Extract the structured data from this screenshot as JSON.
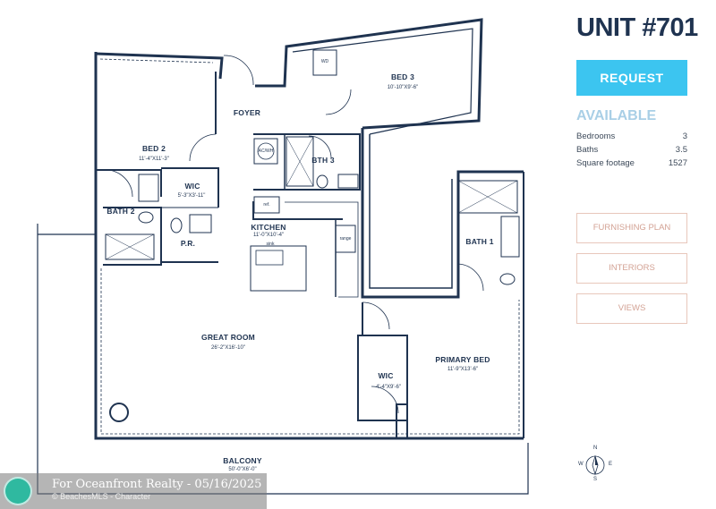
{
  "unit": {
    "title": "UNIT #701"
  },
  "actions": {
    "request_label": "REQUEST"
  },
  "status": "AVAILABLE",
  "facts": [
    {
      "label": "Bedrooms",
      "value": "3"
    },
    {
      "label": "Baths",
      "value": "3.5"
    },
    {
      "label": "Square footage",
      "value": "1527"
    }
  ],
  "menu": [
    {
      "label": "FURNISHING PLAN"
    },
    {
      "label": "INTERIORS"
    },
    {
      "label": "VIEWS"
    }
  ],
  "floorplan": {
    "rooms": [
      {
        "name": "BED 3",
        "dims": "10'-10\"X9'-6\""
      },
      {
        "name": "FOYER"
      },
      {
        "name": "BED 2",
        "dims": "11'-4\"X11'-3\""
      },
      {
        "name": "BTH 3"
      },
      {
        "name": "WIC",
        "dims": "5'-3\"X3'-11\""
      },
      {
        "name": "BATH 2"
      },
      {
        "name": "P.R."
      },
      {
        "name": "KITCHEN",
        "dims": "11'-0\"X10'-4\""
      },
      {
        "name": "BATH 1"
      },
      {
        "name": "GREAT ROOM",
        "dims": "26'-2\"X16'-10\""
      },
      {
        "name": "PRIMARY BED",
        "dims": "11'-9\"X13'-6\""
      },
      {
        "name": "WIC",
        "dims": "4'-4\"X9'-6\""
      },
      {
        "name": "BALCONY",
        "dims": "50'-0\"X6'-0\""
      }
    ],
    "fixtures": {
      "wd": "WD",
      "acwh": "AC/WH",
      "ref": "ref.",
      "sink": "sink",
      "range": "range"
    }
  },
  "compass": {
    "n": "N",
    "s": "S",
    "e": "E",
    "w": "W"
  },
  "watermark": {
    "line1": "For Oceanfront Realty - 05/16/2025",
    "line2": "© BeachesMLS - Character"
  },
  "colors": {
    "wall": "#1f3350",
    "accent": "#3cc5f0",
    "available": "#a9cfe6",
    "menu_border": "#e8c7bb",
    "menu_text": "#d3a294"
  }
}
